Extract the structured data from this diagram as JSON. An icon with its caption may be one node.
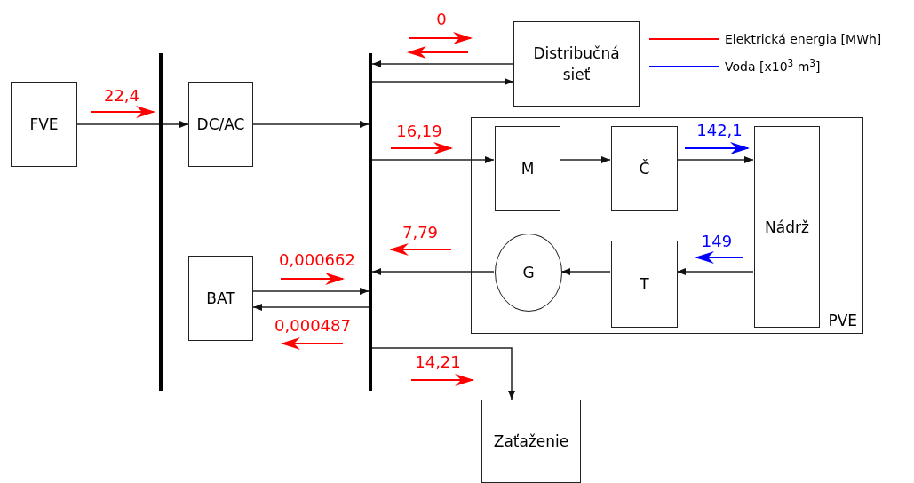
{
  "diagram": {
    "nodes": [
      {
        "text": [
          "FVE"
        ]
      },
      {
        "text": [],
        "shape": "bar"
      },
      {
        "text": [
          "DC/AC"
        ]
      },
      {
        "text": [],
        "shape": "bar"
      },
      {
        "text": [
          "Distribučná sieť"
        ]
      },
      {
        "text": [
          "PVE"
        ]
      },
      {
        "text": [
          "M"
        ],
        "in": 5
      },
      {
        "text": [
          "Č"
        ],
        "in": 5
      },
      {
        "text": [
          "Nádrž"
        ],
        "in": 5
      },
      {
        "text": [
          "G"
        ],
        "in": 5
      },
      {
        "text": [
          "T"
        ],
        "in": 5
      },
      {
        "text": [
          "BAT"
        ]
      },
      {
        "text": [
          "Zaťaženie"
        ]
      }
    ],
    "edges": [
      {
        "from": 0,
        "to": 1,
        "arrow": "none"
      },
      {
        "from": 1,
        "to": 2,
        "arrow": "to"
      },
      {
        "from": 2,
        "to": 3,
        "arrow": "to"
      },
      {
        "from": 4,
        "to": 3,
        "arrow": "to"
      },
      {
        "from": 3,
        "to": 4,
        "arrow": "to"
      },
      {
        "from": 3,
        "to": 6,
        "arrow": "to"
      },
      {
        "from": 6,
        "to": 7,
        "arrow": "to"
      },
      {
        "from": 7,
        "to": 8,
        "arrow": "to"
      },
      {
        "from": 8,
        "to": 10,
        "arrow": "to"
      },
      {
        "from": 10,
        "to": 9,
        "arrow": "to"
      },
      {
        "from": 9,
        "to": 3,
        "arrow": "to"
      },
      {
        "from": 11,
        "to": 3,
        "arrow": "to"
      },
      {
        "from": 3,
        "to": 11,
        "arrow": "to"
      },
      {
        "from": 3,
        "to": 12,
        "arrow": "to"
      }
    ],
    "labels": [
      "0",
      "22,4",
      "16,19",
      "142,1",
      "7,79",
      "149",
      "0,000662",
      "0,000487",
      "14,21"
    ],
    "legend": [
      {
        "text": "Elektrická energia [MWh]"
      },
      {
        "text": "Voda [x10$^{3}$ m$^{3}$]"
      }
    ]
  }
}
